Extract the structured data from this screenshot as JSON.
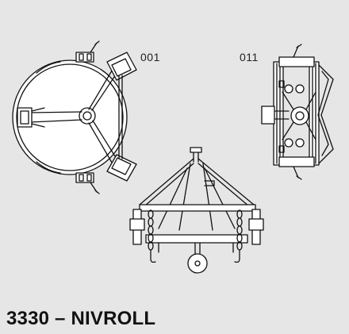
{
  "labels": {
    "view_a": "001",
    "view_b": "011"
  },
  "title": "3330 – NIVROLL",
  "colors": {
    "background": "#e6e6e6",
    "line": "#111111",
    "fill": "#ffffff"
  }
}
